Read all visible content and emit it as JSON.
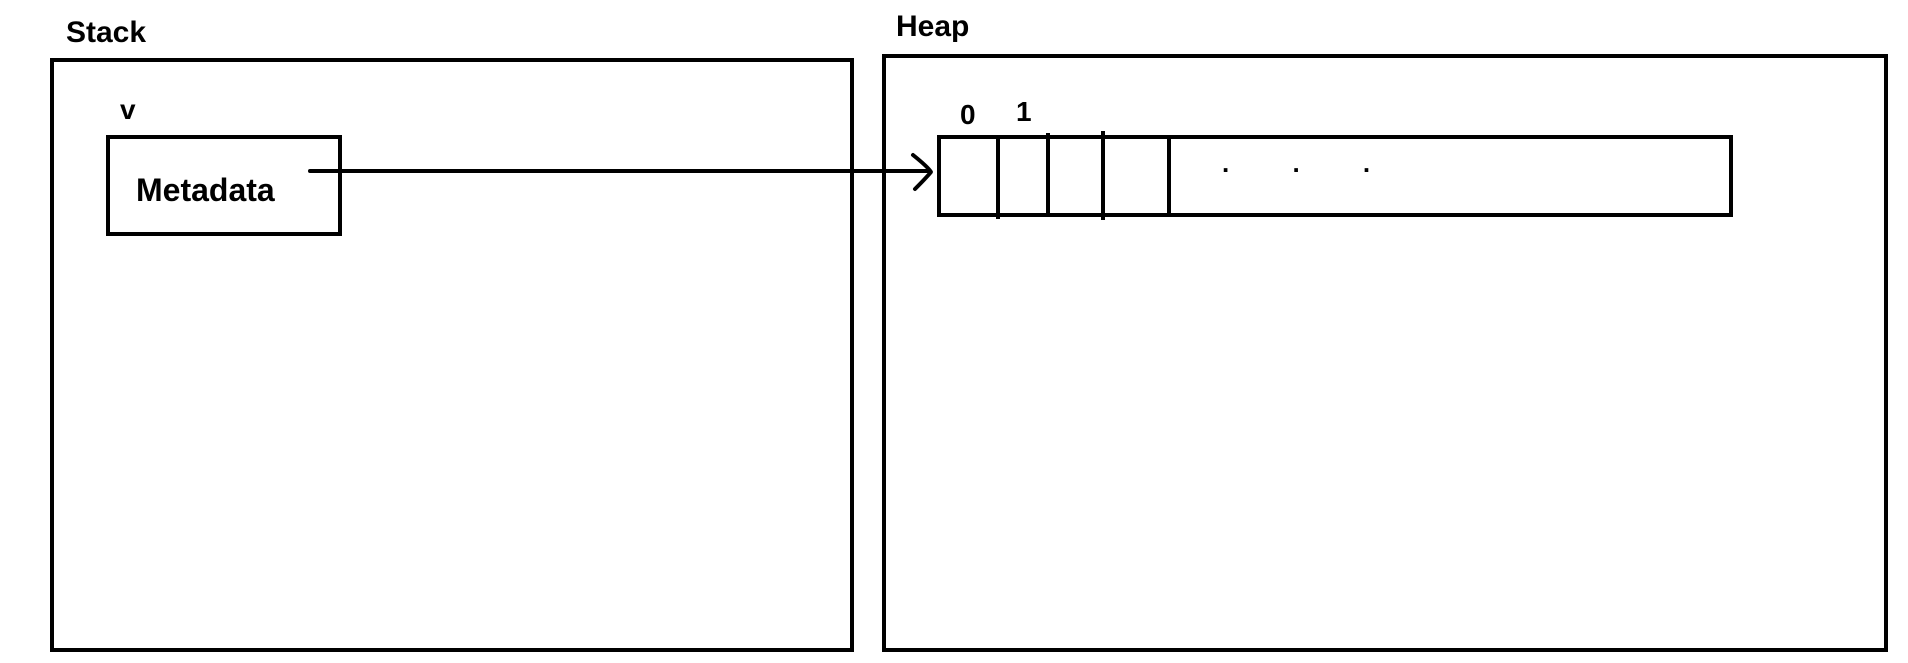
{
  "stack": {
    "title": "Stack",
    "variable_name": "v",
    "variable_box_text": "Metadata"
  },
  "heap": {
    "title": "Heap",
    "array_indices": [
      "0",
      "1"
    ],
    "continuation": ". . ."
  },
  "colors": {
    "line": "#000000",
    "background": "#ffffff"
  }
}
